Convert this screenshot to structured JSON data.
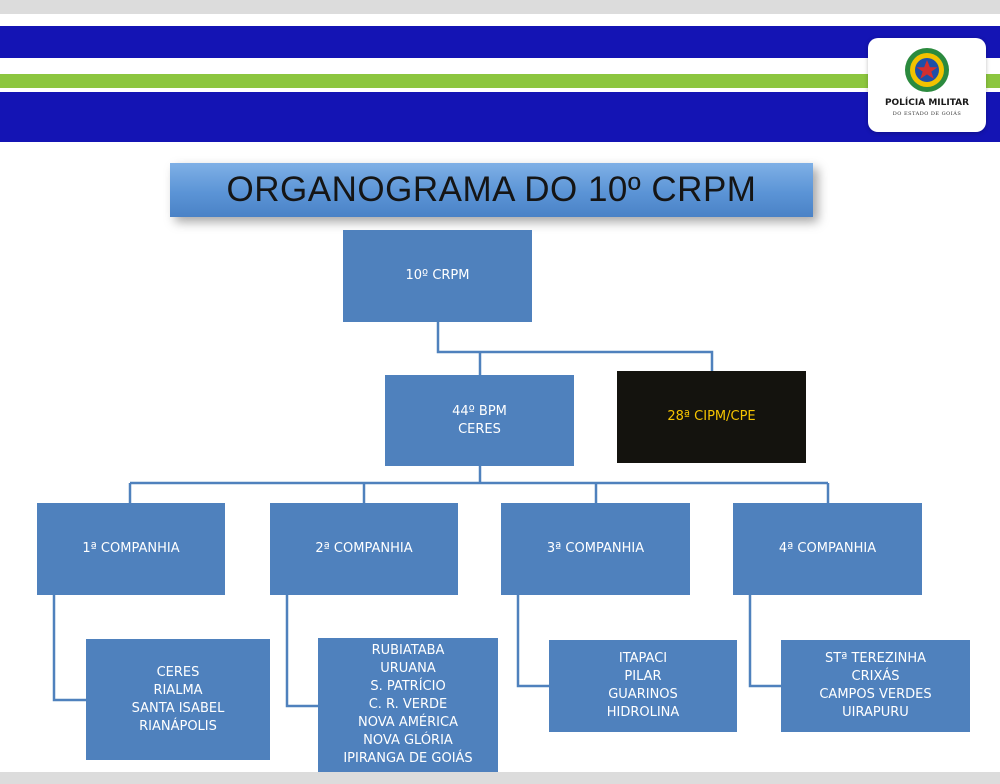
{
  "header": {
    "colors": {
      "blue": "#1414b4",
      "green": "#8cc63f",
      "gray": "#dcdcdc"
    },
    "logo": {
      "icon": "policia-militar-goias-emblem-icon",
      "name": "POLÍCIA MILITAR",
      "subtitle": "DO ESTADO DE GOIÁS"
    }
  },
  "title": "ORGANOGRAMA DO 10º CRPM",
  "colors": {
    "box": "#4f81bd",
    "dark_box": "#14130e",
    "dark_text": "#f5c400",
    "line": "#4f81bd"
  },
  "org": {
    "root": {
      "label": "10º CRPM"
    },
    "battalion": {
      "line1": "44º BPM",
      "line2": "CERES"
    },
    "independent": {
      "label": "28ª CIPM/CPE"
    },
    "companies": [
      {
        "label": "1ª COMPANHIA",
        "cities": [
          "CERES",
          "RIALMA",
          "SANTA ISABEL",
          "RIANÁPOLIS"
        ]
      },
      {
        "label": "2ª COMPANHIA",
        "cities": [
          "RUBIATABA",
          "URUANA",
          "S. PATRÍCIO",
          "C. R. VERDE",
          "NOVA AMÉRICA",
          "NOVA GLÓRIA",
          "IPIRANGA DE GOIÁS"
        ]
      },
      {
        "label": "3ª COMPANHIA",
        "cities": [
          "ITAPACI",
          "PILAR",
          "GUARINOS",
          "HIDROLINA"
        ]
      },
      {
        "label": "4ª COMPANHIA",
        "cities": [
          "STª TEREZINHA",
          "CRIXÁS",
          "CAMPOS VERDES",
          "UIRAPURU"
        ]
      }
    ]
  }
}
